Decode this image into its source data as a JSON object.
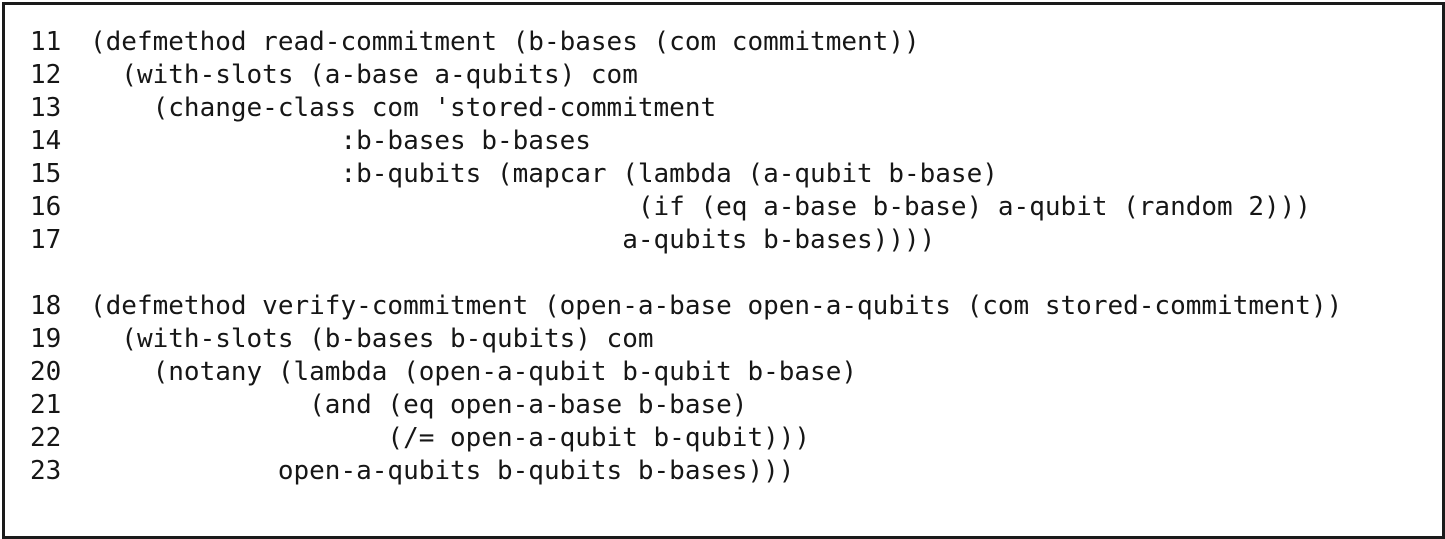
{
  "document": {
    "type": "code-listing-figure",
    "language": "Common Lisp",
    "background_color": "#ffffff",
    "border_color": "#1a1a1a",
    "text_color": "#161616"
  },
  "code": {
    "lines": [
      {
        "num": "11",
        "text": "(defmethod read-commitment (b-bases (com commitment))"
      },
      {
        "num": "12",
        "text": "  (with-slots (a-base a-qubits) com"
      },
      {
        "num": "13",
        "text": "    (change-class com 'stored-commitment"
      },
      {
        "num": "14",
        "text": "                :b-bases b-bases"
      },
      {
        "num": "15",
        "text": "                :b-qubits (mapcar (lambda (a-qubit b-base)"
      },
      {
        "num": "16",
        "text": "                                   (if (eq a-base b-base) a-qubit (random 2)))"
      },
      {
        "num": "17",
        "text": "                                  a-qubits b-bases))))"
      },
      {
        "num": "",
        "text": ""
      },
      {
        "num": "18",
        "text": "(defmethod verify-commitment (open-a-base open-a-qubits (com stored-commitment))"
      },
      {
        "num": "19",
        "text": "  (with-slots (b-bases b-qubits) com"
      },
      {
        "num": "20",
        "text": "    (notany (lambda (open-a-qubit b-qubit b-base)"
      },
      {
        "num": "21",
        "text": "              (and (eq open-a-base b-base)"
      },
      {
        "num": "22",
        "text": "                   (/= open-a-qubit b-qubit)))"
      },
      {
        "num": "23",
        "text": "            open-a-qubits b-qubits b-bases)))"
      }
    ]
  }
}
